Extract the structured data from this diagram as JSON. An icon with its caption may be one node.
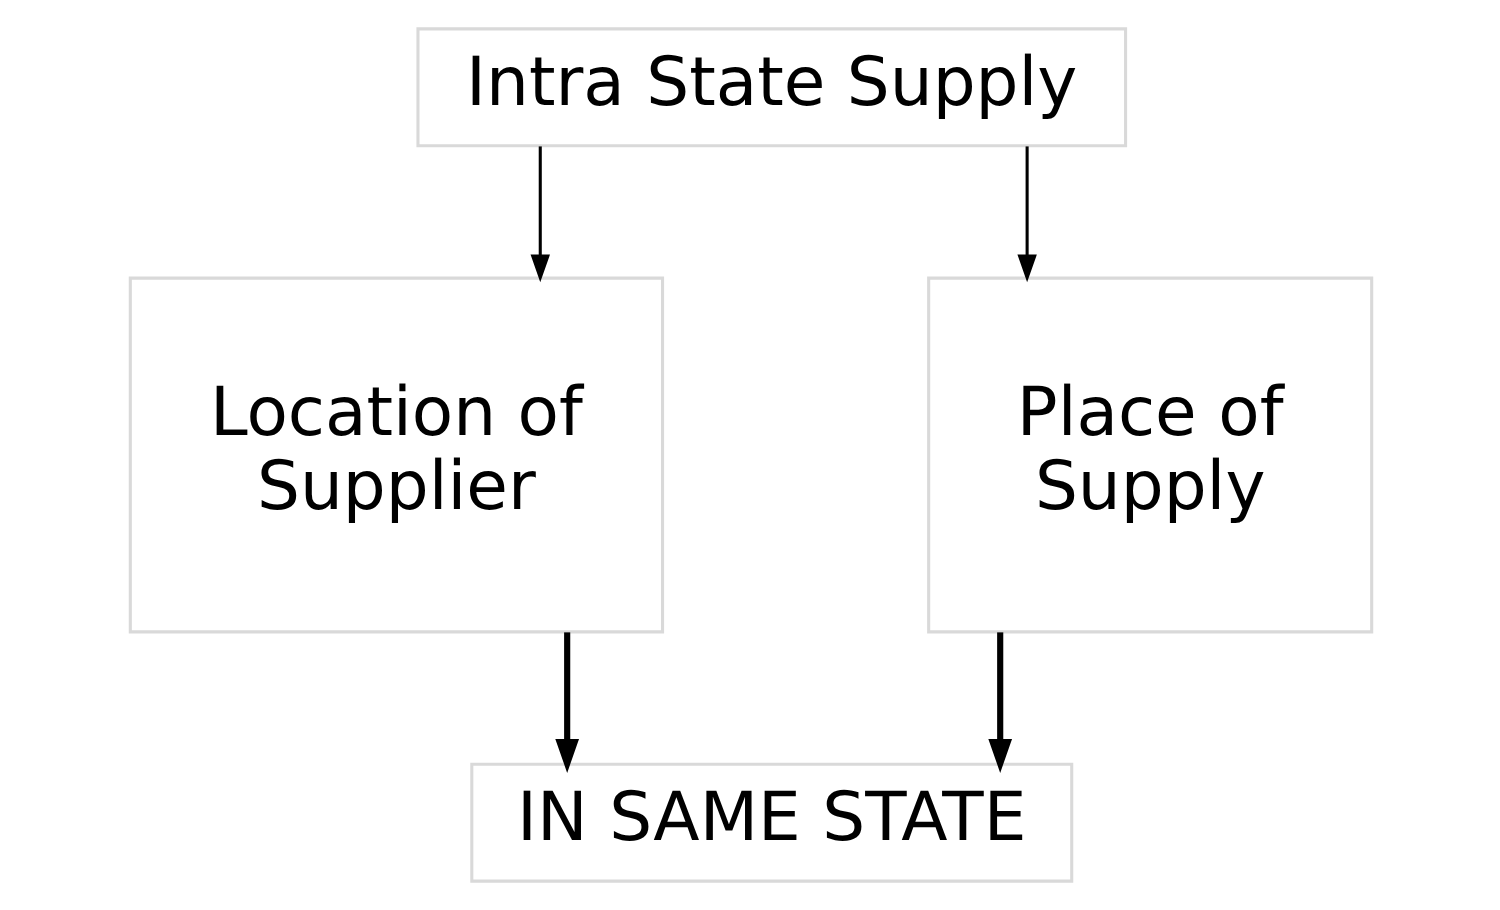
{
  "diagram": {
    "nodes": [
      {
        "text": [
          "Intra State Supply"
        ]
      },
      {
        "text": [
          "Location of Supplier"
        ]
      },
      {
        "text": [
          "Place of Supply"
        ]
      },
      {
        "text": [
          "IN SAME STATE"
        ]
      }
    ],
    "edges": [
      {
        "from": 0,
        "to": 1,
        "arrow": "to"
      },
      {
        "from": 0,
        "to": 2,
        "arrow": "to"
      },
      {
        "from": 1,
        "to": 3,
        "arrow": "to",
        "style": "thick"
      },
      {
        "from": 2,
        "to": 3,
        "arrow": "to",
        "style": "thick"
      }
    ]
  }
}
